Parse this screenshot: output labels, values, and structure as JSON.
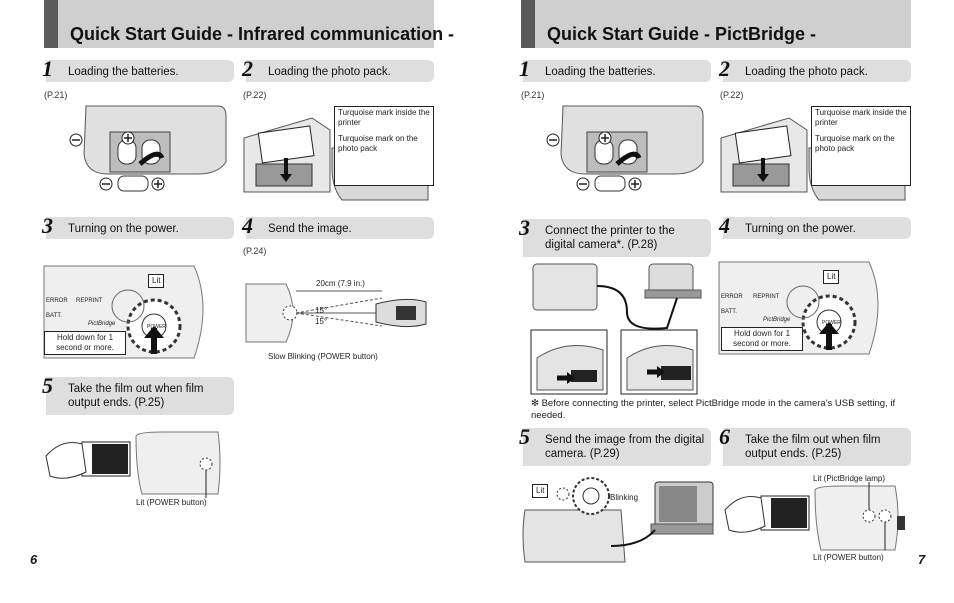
{
  "left_page": {
    "title": "Quick Start Guide - Infrared communication -",
    "steps": [
      {
        "num": "1",
        "label": "Loading the batteries.",
        "ref": "(P.21)"
      },
      {
        "num": "2",
        "label": "Loading the photo pack.",
        "ref": "(P.22)"
      },
      {
        "num": "3",
        "label": "Turning on the power."
      },
      {
        "num": "4",
        "label": "Send the image.",
        "ref": "(P.24)"
      },
      {
        "num": "5",
        "label": "Take the film out when film output ends. (P.25)"
      }
    ],
    "callouts": {
      "turquoise_inside": "Turquoise mark inside the printer",
      "turquoise_pack": "Turquoise mark on the photo pack",
      "lit": "Lit",
      "hold_down": "Hold down for 1 second or more.",
      "distance": "20cm (7.9 in.)",
      "angle_top": "15°",
      "angle_bottom": "15°",
      "slow_blinking": "Slow Blinking (POWER button)",
      "lit_power": "Lit (POWER button)",
      "panel_error": "ERROR",
      "panel_reprint": "REPRINT",
      "panel_batt": "BATT.",
      "panel_brand": "PictBridge",
      "power_label": "POWER"
    },
    "page_number": "6"
  },
  "right_page": {
    "title": "Quick Start Guide - PictBridge -",
    "steps": [
      {
        "num": "1",
        "label": "Loading the batteries.",
        "ref": "(P.21)"
      },
      {
        "num": "2",
        "label": "Loading the photo pack.",
        "ref": "(P.22)"
      },
      {
        "num": "3",
        "label": "Connect the printer to the digital camera*. (P.28)"
      },
      {
        "num": "4",
        "label": "Turning on the power."
      },
      {
        "num": "5",
        "label": "Send the image from the digital camera. (P.29)"
      },
      {
        "num": "6",
        "label": "Take the film out when film output ends. (P.25)"
      }
    ],
    "callouts": {
      "turquoise_inside": "Turquoise mark inside the printer",
      "turquoise_pack": "Turquoise mark on the photo pack",
      "lit": "Lit",
      "hold_down": "Hold down for 1 second or more.",
      "lit5": "Lit",
      "blinking": "Blinking",
      "lit_pictbridge": "Lit (PictBridge lamp)",
      "lit_power": "Lit (POWER button)",
      "panel_error": "ERROR",
      "panel_reprint": "REPRINT",
      "panel_batt": "BATT.",
      "panel_brand": "PictBridge",
      "power_label": "POWER"
    },
    "footnote": "✻ Before connecting the printer, select PictBridge mode in the camera's USB setting, if needed.",
    "page_number": "7"
  }
}
